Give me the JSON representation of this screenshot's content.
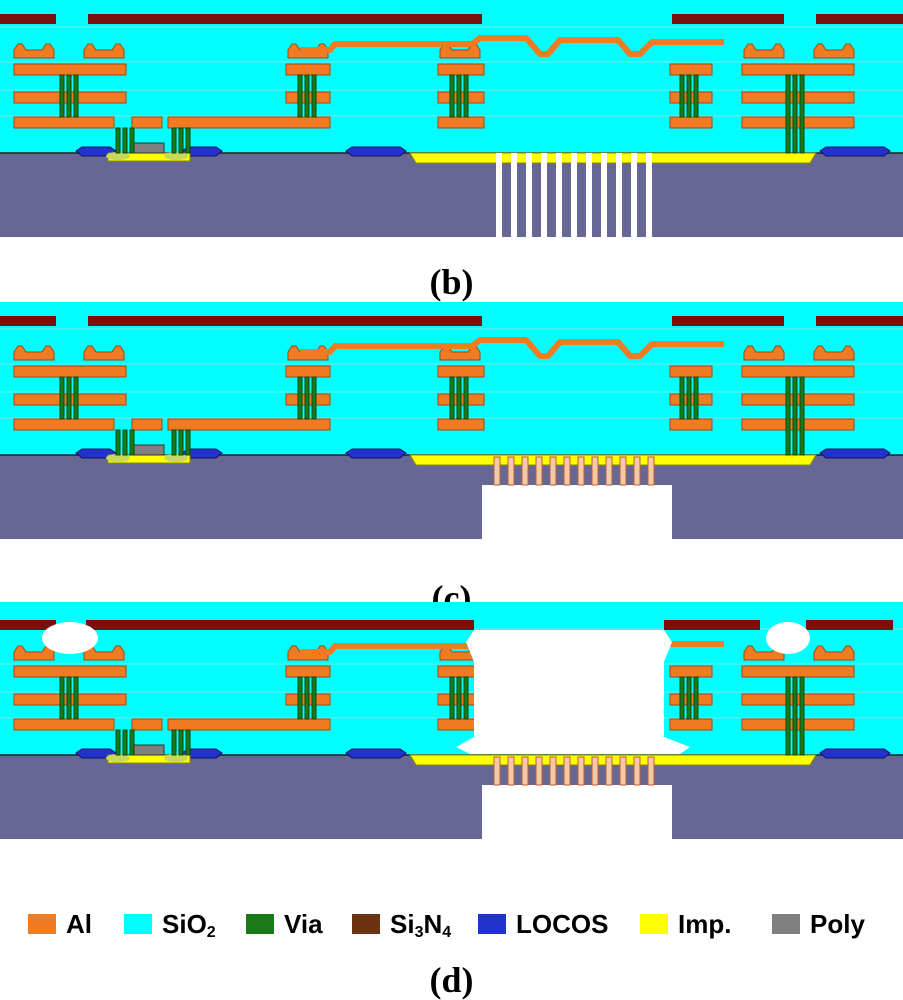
{
  "panels": [
    {
      "caption_open": "(",
      "caption_letter": "b",
      "caption_close": ")",
      "etch": "b"
    },
    {
      "caption_open": "(",
      "caption_letter": "c",
      "caption_close": ")",
      "etch": "c"
    },
    {
      "caption_open": "(",
      "caption_letter": "d",
      "caption_close": ")",
      "etch": "d"
    }
  ],
  "legend": [
    {
      "label": "Al",
      "color": "#f07b22"
    },
    {
      "label_main": "SiO",
      "label_sub": "2",
      "color": "#00ffff"
    },
    {
      "label": "Via",
      "color": "#1a7a1a"
    },
    {
      "label_a": "Si",
      "sub_a": "3",
      "label_b": "N",
      "sub_b": "4",
      "color": "#6b3310"
    },
    {
      "label": "LOCOS",
      "color": "#2233cc"
    },
    {
      "label": "Imp.",
      "color": "#ffff00"
    },
    {
      "label": "Poly",
      "color": "#808080"
    }
  ],
  "colors": {
    "oxide": "#00ffff",
    "substrate": "#676795",
    "nitride": "#7a0f0f",
    "aluminum": "#f07b22",
    "via": "#1a7a1a",
    "locos": "#2233cc",
    "implant": "#ffff00",
    "poly": "#808080",
    "cavity": "#ffffff"
  }
}
